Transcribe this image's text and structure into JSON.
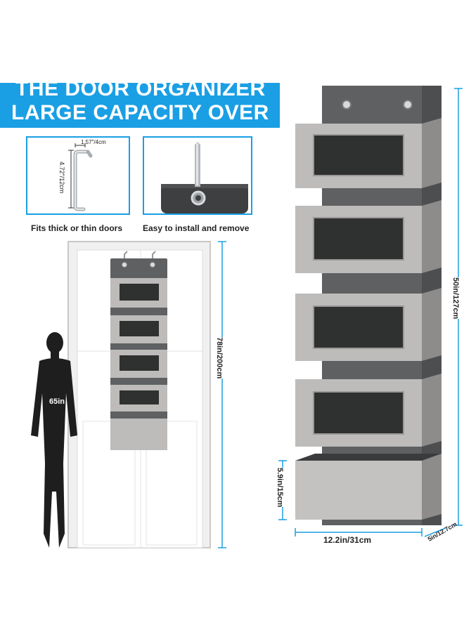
{
  "banner": {
    "line1": "THE DOOR ORGANIZER",
    "line2": "LARGE CAPACITY OVER"
  },
  "panels": {
    "hook": {
      "caption": "Fits thick or thin doors",
      "width_label": "1.57\"/4cm",
      "height_label": "4.72\"/12cm"
    },
    "install": {
      "caption": "Easy to install and remove"
    }
  },
  "door_scene": {
    "person_height": "65in",
    "door_height": "78in/200cm"
  },
  "organizer": {
    "height": "50in/127cm",
    "pocket_height": "5.9in/15cm",
    "width": "12.2in/31cm",
    "depth": "5in/12.7cm",
    "pocket_count": 5
  },
  "colors": {
    "accent": "#1a9fe4",
    "fabric_dark": "#5f6062",
    "fabric_light": "#bdbcbb",
    "window": "#2f3030"
  }
}
